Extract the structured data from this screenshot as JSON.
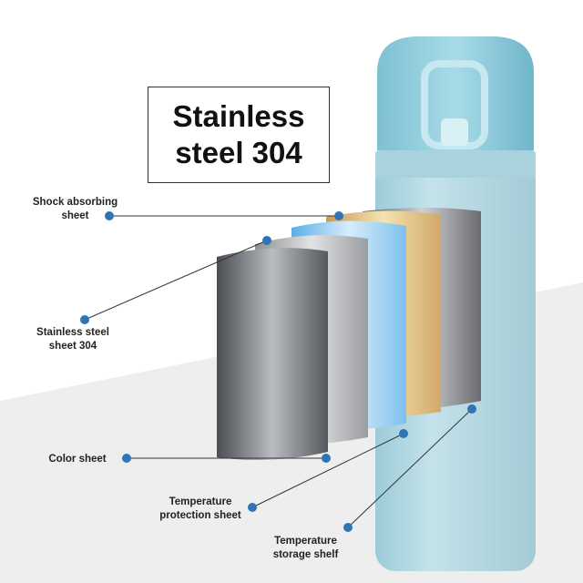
{
  "title": "Stainless steel 304",
  "labels": {
    "shock": "Shock absorbing sheet",
    "stainless": "Stainless steel sheet 304",
    "color": "Color sheet",
    "protection": "Temperature protection sheet",
    "storage": "Temperature storage shelf"
  },
  "colors": {
    "dot": "#2f74b5",
    "bottle": "#b6d8e2",
    "background_floor": "#eeeeee"
  }
}
